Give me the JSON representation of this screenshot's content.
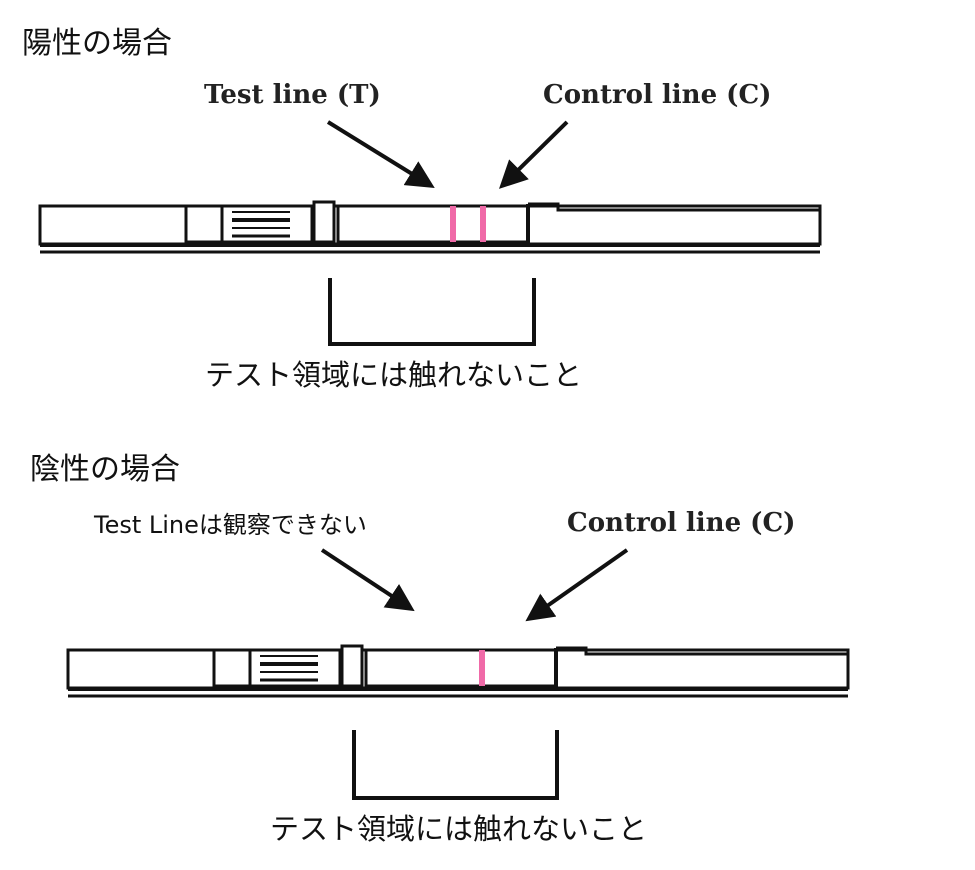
{
  "positive": {
    "heading": "陽性の場合",
    "test_label": "Test line (T)",
    "control_label": "Control line (C)",
    "note": "テスト領域には触れないこと",
    "visible_lines": [
      "T",
      "C"
    ]
  },
  "negative": {
    "heading": "陰性の場合",
    "test_label": "Test Lineは観察できない",
    "control_label": "Control line (C)",
    "note": "テスト領域には触れないこと",
    "visible_lines": [
      "C"
    ]
  },
  "colors": {
    "line_pink": "#f06aa8",
    "outline": "#111111"
  }
}
